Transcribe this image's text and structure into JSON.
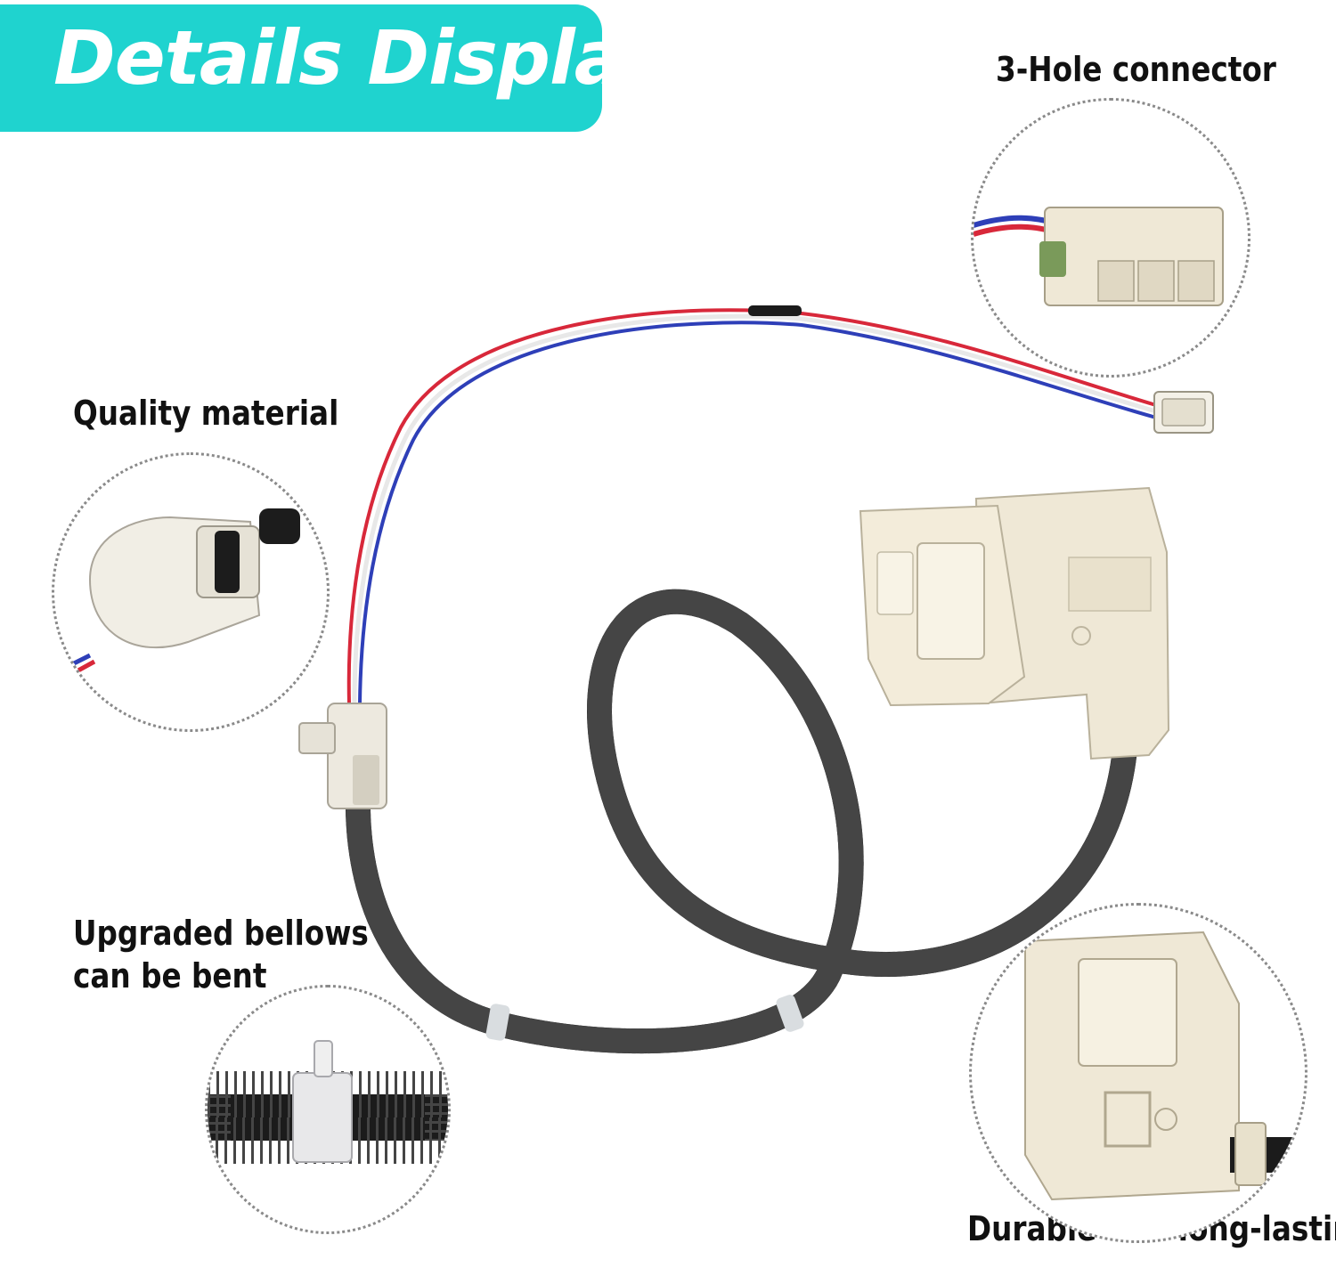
{
  "banner": {
    "title": "Details Display",
    "color": "#1fd3cf"
  },
  "features": {
    "connector": "3-Hole connector",
    "quality": "Quality material",
    "bellows_line1": "Upgraded bellows",
    "bellows_line2": "can be bent",
    "durable": "Durable and long-lasting"
  },
  "colors": {
    "cable": "#1b1b1b",
    "plastic": "#efe8d6",
    "wire_red": "#d8283a",
    "wire_blue": "#2e3fb8"
  }
}
